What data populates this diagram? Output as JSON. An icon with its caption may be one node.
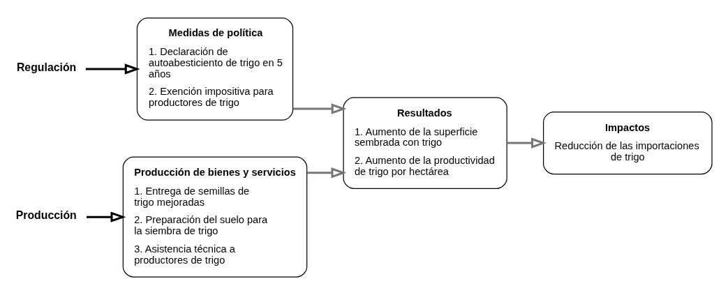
{
  "diagram": {
    "nodes": [
      {
        "text": [
          "Regulación"
        ]
      },
      {
        "text": [
          "Medidas de política",
          "1. Declaración de autoabesticiento de trigo en 5 años",
          "2. Exención impositiva para productores de trigo"
        ]
      },
      {
        "text": [
          "Producción"
        ]
      },
      {
        "text": [
          "Producción de bienes y servicios",
          "1. Entrega de semillas de trigo mejoradas",
          "2. Preparación del suelo para la siembra de trigo",
          "3. Asistencia técnica a productores de trigo"
        ]
      },
      {
        "text": [
          "Resultados",
          "1. Aumento de la superficie sembrada con trigo",
          "2. Aumento de la productividad de trigo por hectárea"
        ]
      },
      {
        "text": [
          "Impactos",
          "Reducción de las importaciones de trigo"
        ]
      }
    ],
    "edges": [
      {
        "from": 0,
        "to": 1,
        "arrow": "to",
        "color": "#000000"
      },
      {
        "from": 2,
        "to": 3,
        "arrow": "to",
        "color": "#000000"
      },
      {
        "from": 1,
        "to": 4,
        "arrow": "to"
      },
      {
        "from": 3,
        "to": 4,
        "arrow": "to"
      },
      {
        "from": 4,
        "to": 5,
        "arrow": "to"
      }
    ]
  }
}
